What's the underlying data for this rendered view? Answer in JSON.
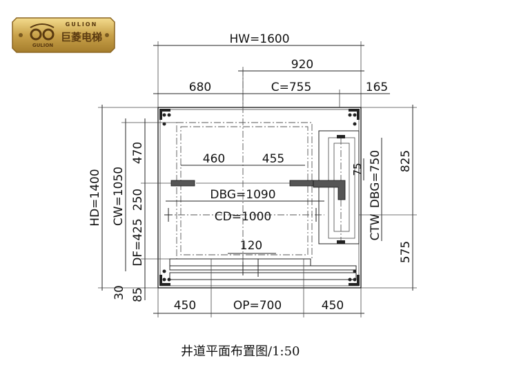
{
  "logo": {
    "brand_en": "GULION",
    "brand_cn": "巨菱电梯",
    "mark_text": "GULION"
  },
  "dimensions": {
    "hw": "HW=1600",
    "top_920": "920",
    "top_680": "680",
    "top_c": "C=755",
    "top_165": "165",
    "hd": "HD=1400",
    "cw": "CW=1050",
    "df": "DF=425",
    "left_470": "470",
    "left_250": "250",
    "left_30": "30",
    "left_85": "85",
    "inner_460": "460",
    "inner_455": "455",
    "dbg1090": "DBG=1090",
    "cd1000": "CD=1000",
    "inner_120": "120",
    "right_75": "75",
    "dbg750": "DBG=750",
    "ctw": "CTW",
    "right_825": "825",
    "right_575": "575",
    "bottom_450_left": "450",
    "op": "OP=700",
    "bottom_450_right": "450"
  },
  "caption": "井道平面布置图/1:50",
  "colors": {
    "logo_gold": "#c9a24a",
    "logo_dark": "#5a3a10",
    "ink": "#111111"
  }
}
